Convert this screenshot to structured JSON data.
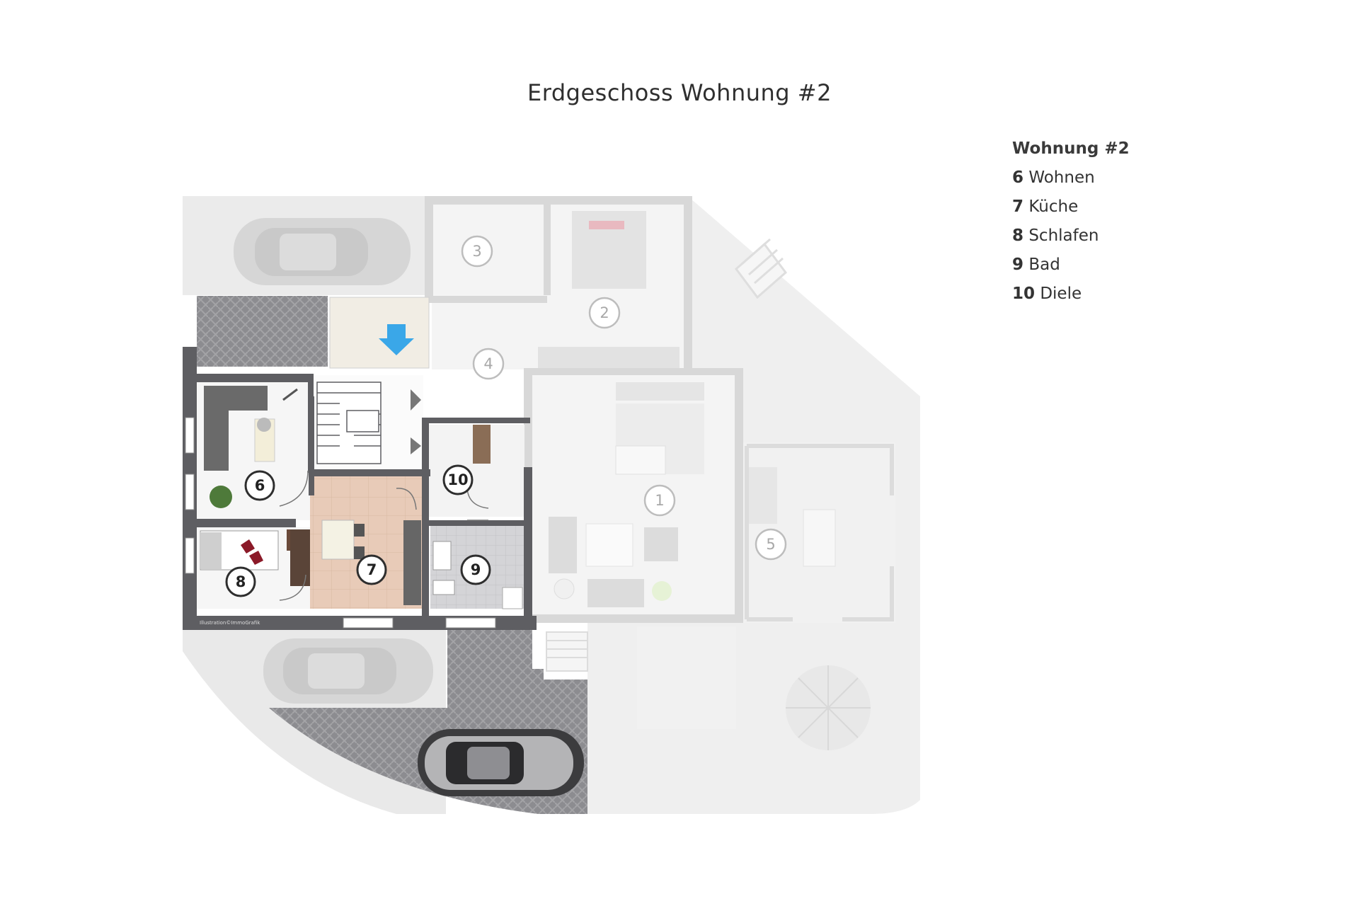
{
  "title": "Erdgeschoss Wohnung #2",
  "legend": {
    "heading": "Wohnung #2",
    "items": [
      {
        "num": "6",
        "label": "Wohnen"
      },
      {
        "num": "7",
        "label": "Küche"
      },
      {
        "num": "8",
        "label": "Schlafen"
      },
      {
        "num": "9",
        "label": "Bad"
      },
      {
        "num": "10",
        "label": "Diele"
      }
    ]
  },
  "rooms": {
    "r1": "1",
    "r2": "2",
    "r3": "3",
    "r4": "4",
    "r5": "5",
    "r6": "6",
    "r7": "7",
    "r8": "8",
    "r9": "9",
    "r10": "10"
  },
  "credit": "Illustration©ImmoGrafik",
  "colors": {
    "wall": "#5e5e62",
    "wall_faded": "#dcdcdc",
    "kitchen_floor": "#e6c9b6",
    "bath_floor": "#d6d6d8",
    "paving": "#8a8a8e",
    "terrace": "#ececec",
    "arrow": "#3aa7e8",
    "accent_red": "#8b1a28"
  }
}
